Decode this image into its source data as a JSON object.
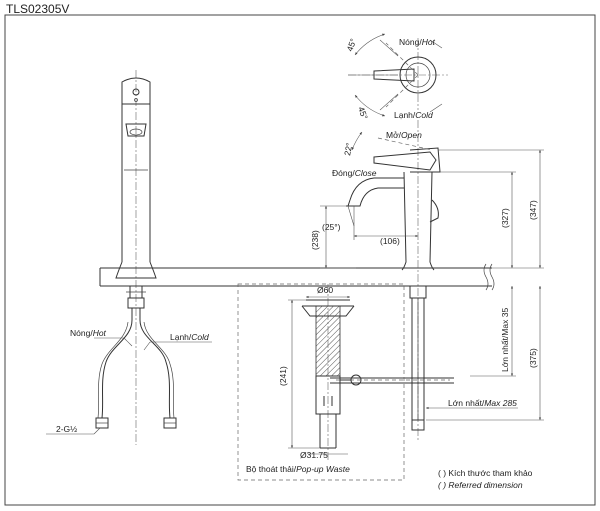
{
  "model": "TLS02305V",
  "labels": {
    "hot_top": "Nóng/",
    "hot_top_en": "Hot",
    "cold_top": "Lạnh/",
    "cold_top_en": "Cold",
    "angle_45_a": "45°",
    "angle_45_b": "45°",
    "open": "Mở/",
    "open_en": "Open",
    "close": "Đóng/",
    "close_en": "Close",
    "angle_22": "22°",
    "angle_25": "(25°)",
    "dim_106": "(106)",
    "dim_238": "(238)",
    "dim_327": "(327)",
    "dim_347": "(347)",
    "dim_375": "(375)",
    "max_35": "Lớn nhất/Max 35",
    "max_285_vi": "Lớn nhất/",
    "max_285_en": "Max 285",
    "d60": "Ø60",
    "dim_241": "(241)",
    "d3175": "Ø31.75",
    "popup_vi": "Bộ thoát thải/",
    "popup_en": "Pop-up Waste",
    "hot_left": "Nóng/",
    "hot_left_en": "Hot",
    "cold_left": "Lạnh/",
    "cold_left_en": "Cold",
    "thread": "2-G½"
  },
  "legend": {
    "line1": "(   ) Kích thước tham khảo",
    "line2": "(   ) Referred dimension"
  }
}
